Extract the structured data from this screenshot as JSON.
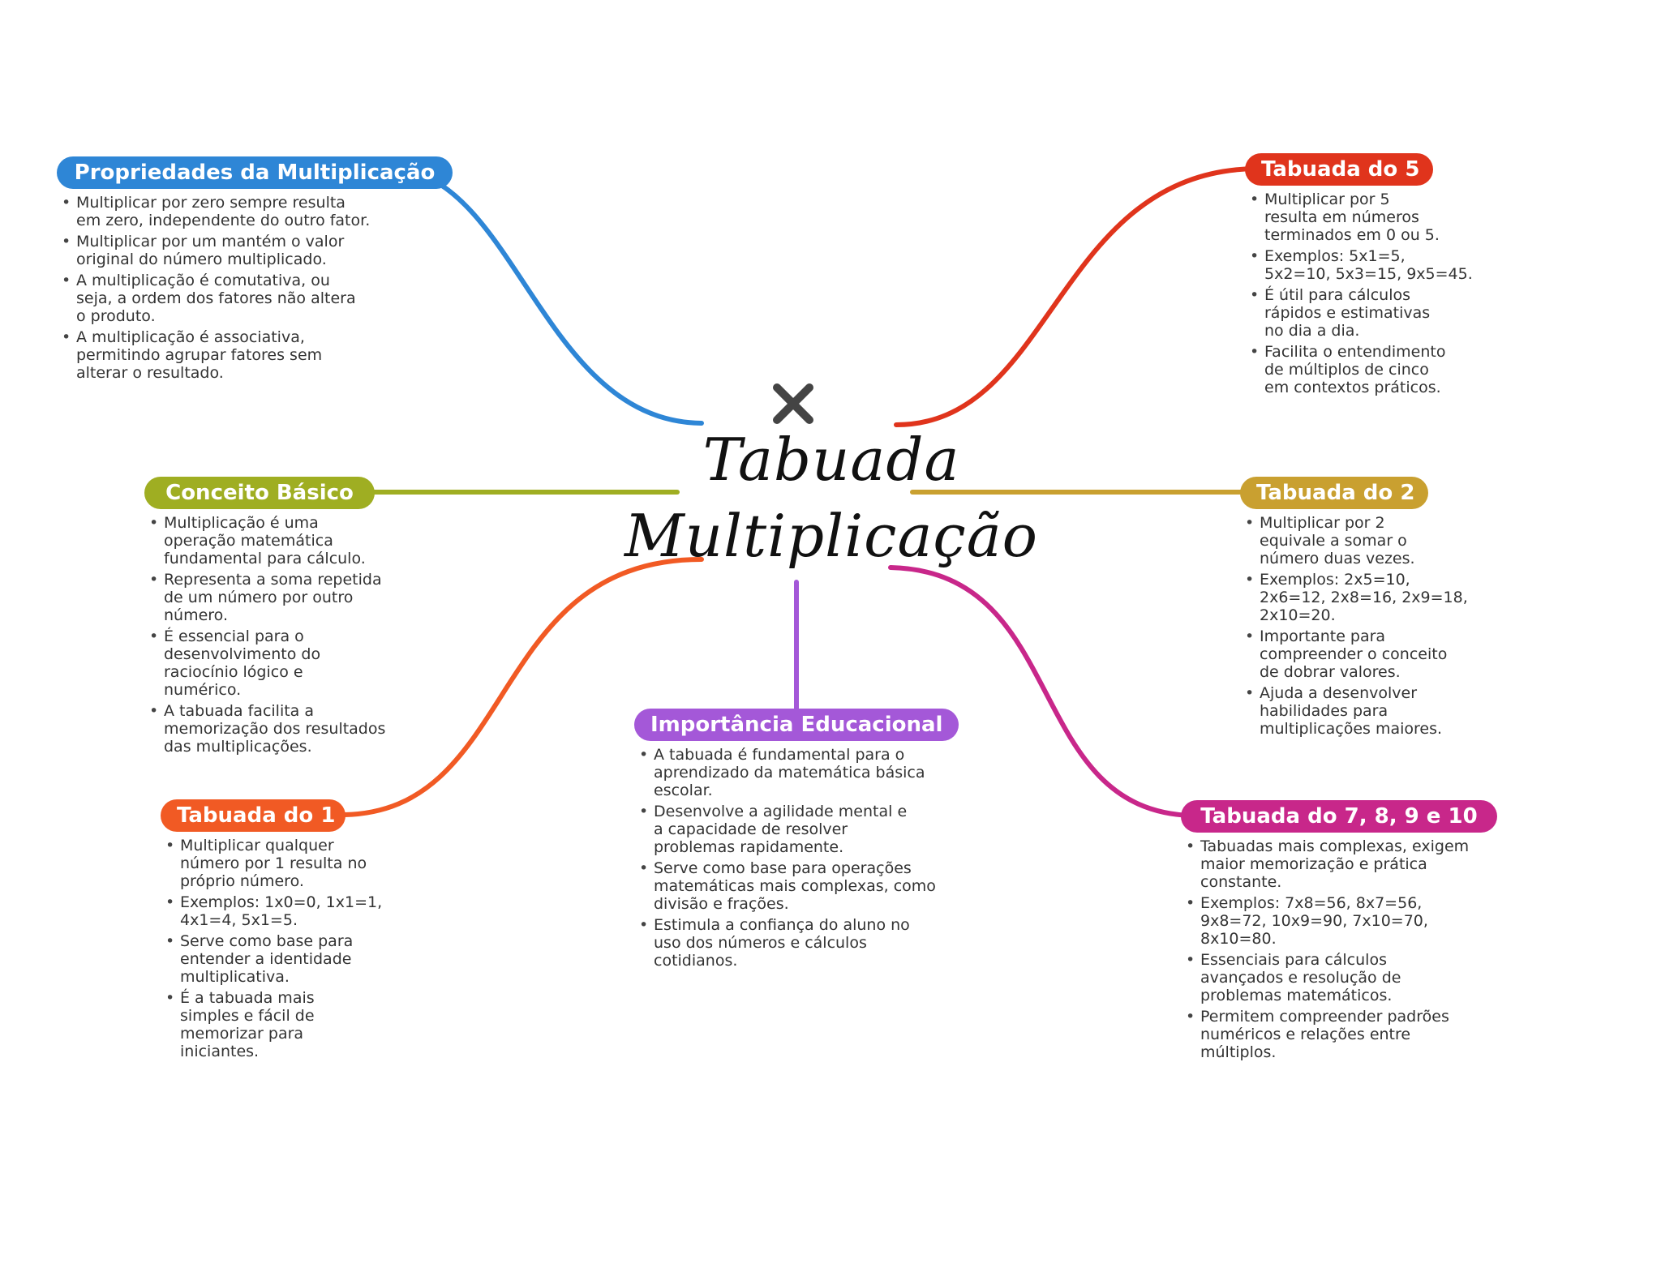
{
  "center": {
    "title_line1": "Tabuada",
    "title_line2": "Multiplicação",
    "icon": "multiply-icon"
  },
  "colors": {
    "propriedades": "#2e86d6",
    "conceito": "#9fae22",
    "tabuada1": "#f15a24",
    "importancia": "#a458d8",
    "tabuada5": "#e0341c",
    "tabuada2": "#c9a030",
    "tabuada7810": "#c8278a"
  },
  "branches": {
    "propriedades": {
      "title": "Propriedades da Multiplicação",
      "items": [
        "Multiplicar por zero sempre resulta\nem zero, independente do outro fator.",
        "Multiplicar por um mantém o valor\noriginal do número multiplicado.",
        "A multiplicação é comutativa, ou\nseja, a ordem dos fatores não altera\no produto.",
        "A multiplicação é associativa,\npermitindo agrupar fatores sem\nalterar o resultado."
      ]
    },
    "conceito": {
      "title": "Conceito Básico",
      "items": [
        "Multiplicação é uma\noperação matemática\nfundamental para cálculo.",
        "Representa a soma repetida\nde um número por outro\nnúmero.",
        "É essencial para o\ndesenvolvimento do\nraciocínio lógico e\nnumérico.",
        "A tabuada facilita a\nmemorização dos resultados\ndas multiplicações."
      ]
    },
    "tabuada1": {
      "title": "Tabuada do 1",
      "items": [
        "Multiplicar qualquer\nnúmero por 1 resulta no\npróprio número.",
        "Exemplos: 1x0=0, 1x1=1,\n4x1=4, 5x1=5.",
        "Serve como base para\nentender a identidade\nmultiplicativa.",
        "É a tabuada mais\nsimples e fácil de\nmemorizar para\niniciantes."
      ]
    },
    "importancia": {
      "title": "Importância Educacional",
      "items": [
        "A tabuada é fundamental para o\naprendizado da matemática básica\nescolar.",
        "Desenvolve a agilidade mental e\na capacidade de resolver\nproblemas rapidamente.",
        "Serve como base para operações\nmatemáticas mais complexas, como\ndivisão e frações.",
        "Estimula a confiança do aluno no\nuso dos números e cálculos\ncotidianos."
      ]
    },
    "tabuada5": {
      "title": "Tabuada do 5",
      "items": [
        "Multiplicar por 5\nresulta em números\nterminados em 0 ou 5.",
        "Exemplos: 5x1=5,\n5x2=10, 5x3=15, 9x5=45.",
        "É útil para cálculos\nrápidos e estimativas\nno dia a dia.",
        "Facilita o entendimento\nde múltiplos de cinco\nem contextos práticos."
      ]
    },
    "tabuada2": {
      "title": "Tabuada do 2",
      "items": [
        "Multiplicar por 2\nequivale a somar o\nnúmero duas vezes.",
        "Exemplos: 2x5=10,\n2x6=12, 2x8=16, 2x9=18,\n2x10=20.",
        "Importante para\ncompreender o conceito\nde dobrar valores.",
        "Ajuda a desenvolver\nhabilidades para\nmultiplicações maiores."
      ]
    },
    "tabuada7810": {
      "title": "Tabuada do 7, 8, 9 e 10",
      "items": [
        "Tabuadas mais complexas, exigem\nmaior memorização e prática\nconstante.",
        "Exemplos: 7x8=56, 8x7=56,\n9x8=72, 10x9=90, 7x10=70,\n8x10=80.",
        "Essenciais para cálculos\navançados e resolução de\nproblemas matemáticos.",
        "Permitem compreender padrões\nnuméricos e relações entre\nmúltiplos."
      ]
    }
  }
}
